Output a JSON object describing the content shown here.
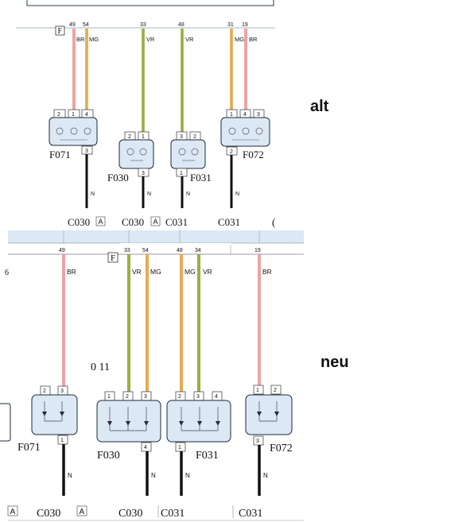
{
  "colors": {
    "BR": "#e06a6a",
    "BR_core": "#f6c8c8",
    "MG": "#d98a1c",
    "MG_core": "#f3c060",
    "VR": "#6f8f18",
    "VR_core": "#b0c94a",
    "N": "#111111",
    "box_fill": "#dce8f4",
    "box_stroke": "#1a2a3a",
    "bar_fill": "#dce8f4"
  },
  "alt": {
    "section_label": "alt",
    "flag": "F",
    "wires": [
      {
        "id": "w49",
        "pin": "49",
        "code": "BR",
        "color": "BR"
      },
      {
        "id": "w54",
        "pin": "54",
        "code": "MG",
        "color": "MG"
      },
      {
        "id": "w33",
        "pin": "33",
        "code": "VR",
        "color": "VR"
      },
      {
        "id": "w48",
        "pin": "48",
        "code": "VR",
        "color": "VR"
      },
      {
        "id": "w31",
        "pin": "31",
        "code": "MG",
        "color": "MG"
      },
      {
        "id": "w19",
        "pin": "19",
        "code": "BR",
        "color": "BR"
      }
    ],
    "components": [
      {
        "name": "F071",
        "pins_top": [
          "2",
          "1",
          "4"
        ],
        "pin_bottom": "3",
        "ground": "N",
        "connector": "C030",
        "connector_tag": "A"
      },
      {
        "name": "F030",
        "pins_top": [
          "2",
          "1"
        ],
        "pin_bottom": "3",
        "ground": "N",
        "connector": "C030",
        "connector_tag": "A"
      },
      {
        "name": "F031",
        "pins_top": [
          "3",
          "2"
        ],
        "pin_bottom": "1",
        "ground": "N",
        "connector": "C031",
        "connector_tag": ""
      },
      {
        "name": "F072",
        "pins_top": [
          "1",
          "4",
          "3"
        ],
        "pin_bottom": "2",
        "ground": "N",
        "connector": "C031",
        "connector_tag": ""
      }
    ],
    "trailing_text": "("
  },
  "neu": {
    "section_label": "neu",
    "flag": "F",
    "side_mark": "0 11",
    "left_mark": "6",
    "wires": [
      {
        "id": "n49",
        "pin": "49",
        "code": "BR",
        "color": "BR"
      },
      {
        "id": "n33",
        "pin": "33",
        "code": "VR",
        "color": "VR"
      },
      {
        "id": "n54",
        "pin": "54",
        "code": "MG",
        "color": "MG"
      },
      {
        "id": "n48",
        "pin": "48",
        "code": "MG",
        "color": "MG"
      },
      {
        "id": "n34",
        "pin": "34",
        "code": "VR",
        "color": "VR"
      },
      {
        "id": "n19",
        "pin": "19",
        "code": "BR",
        "color": "BR"
      }
    ],
    "components": [
      {
        "name": "F071",
        "pins_top": [
          "2",
          "3"
        ],
        "pin_bottom": "1",
        "ground": "N",
        "connector": "C030",
        "connector_tag": "A"
      },
      {
        "name": "F030",
        "pins_top": [
          "1",
          "2",
          "3"
        ],
        "pin_bottom": "4",
        "ground": "N",
        "connector": "C030",
        "connector_tag": "A"
      },
      {
        "name": "F031",
        "pins_top": [
          "2",
          "3",
          "4"
        ],
        "pin_bottom": "1",
        "ground": "N",
        "connector": "C031",
        "connector_tag": ""
      },
      {
        "name": "F072",
        "pins_top": [
          "1",
          "2"
        ],
        "pin_bottom": "3",
        "ground": "N",
        "connector": "C031",
        "connector_tag": ""
      }
    ],
    "left_connector_tag": "A"
  }
}
